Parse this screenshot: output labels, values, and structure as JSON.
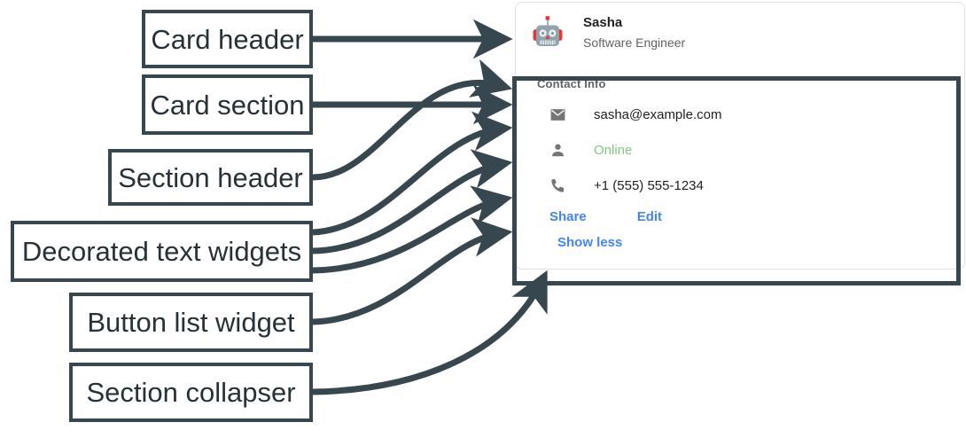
{
  "annotations": [
    {
      "label": "Card header",
      "name": "callout-card-header"
    },
    {
      "label": "Card section",
      "name": "callout-card-section"
    },
    {
      "label": "Section header",
      "name": "callout-section-header"
    },
    {
      "label": "Decorated text widgets",
      "name": "callout-decorated-text-widgets"
    },
    {
      "label": "Button list widget",
      "name": "callout-button-list-widget"
    },
    {
      "label": "Section collapser",
      "name": "callout-section-collapser"
    }
  ],
  "card": {
    "header": {
      "avatar_icon": "robot-avatar-icon",
      "title": "Sasha",
      "subtitle": "Software Engineer"
    },
    "section": {
      "header": "Contact Info",
      "rows": [
        {
          "icon": "email-icon",
          "text": "sasha@example.com",
          "color": "#212121"
        },
        {
          "icon": "person-icon",
          "text": "Online",
          "color": "#81c784"
        },
        {
          "icon": "phone-icon",
          "text": "+1 (555) 555-1234",
          "color": "#212121"
        }
      ],
      "buttons": [
        {
          "label": "Share"
        },
        {
          "label": "Edit"
        }
      ],
      "collapser": {
        "label": "Show less"
      }
    }
  },
  "colors": {
    "annotation": "#37474f",
    "link": "#4285f4",
    "status_online": "#81c784",
    "icon_gray": "#757575",
    "section_header": "#5f6368",
    "card_border": "#e0e0e0"
  }
}
